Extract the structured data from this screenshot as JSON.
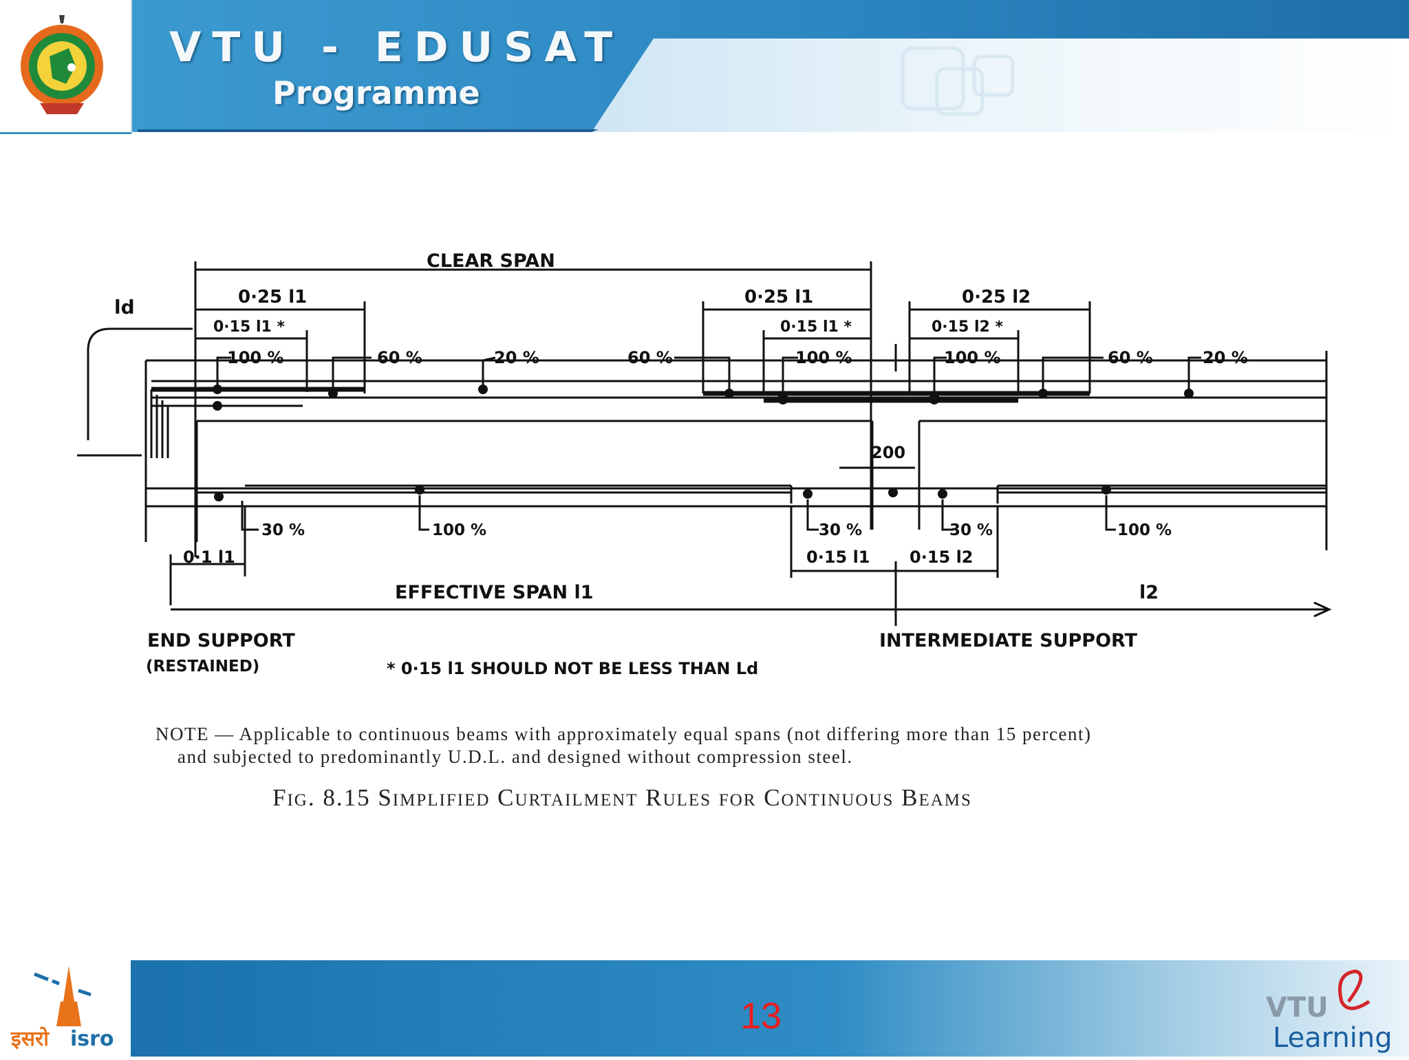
{
  "header": {
    "title": "VTU - EDUSAT",
    "subtitle": "Programme"
  },
  "diagram": {
    "top_labels": {
      "clear_span": "CLEAR SPAN",
      "ld": "ld",
      "dim_025_l1_left": "0·25 l1",
      "dim_015_l1_left": "0·15 l1 *",
      "dim_025_l1_right": "0·25 l1",
      "dim_015_l1_right": "0·15 l1 *",
      "dim_025_l2": "0·25 l2",
      "dim_015_l2": "0·15 l2 *"
    },
    "bar_labels": {
      "pct_100_a": "100 %",
      "pct_60_a": "60 %",
      "pct_20_a": "20 %",
      "pct_60_b": "60 %",
      "pct_100_b": "100 %",
      "pct_100_c": "100 %",
      "pct_60_c": "60 %",
      "pct_20_b": "20 %",
      "size_200": "200"
    },
    "bottom_labels": {
      "pct_30_a": "30 %",
      "pct_100_d": "100 %",
      "pct_30_b": "30 %",
      "pct_30_c": "30 %",
      "pct_100_e": "100 %",
      "dim_01_l1": "0·1 l1",
      "dim_015_l1_b": "0·15 l1",
      "dim_015_l2_b": "0·15 l2",
      "effective_span": "EFFECTIVE SPAN l1",
      "l2": "l2",
      "end_support": "END SUPPORT",
      "restained": "(RESTAINED)",
      "intermediate_support": "INTERMEDIATE SUPPORT",
      "footnote": "* 0·15 l1 SHOULD NOT BE LESS THAN Ld"
    }
  },
  "note": {
    "line1": "NOTE — Applicable to continuous beams with approximately equal spans (not differing more than 15 percent)",
    "line2": "and subjected to predominantly U.D.L. and designed without compression steel."
  },
  "figure_caption": "Fig. 8.15 Simplified Curtailment Rules for Continuous Beams",
  "footer": {
    "page_number": "13",
    "isro_hindi": "इसरो",
    "isro_text": "isro",
    "brand_vtu": "VTU",
    "brand_learning": "Learning"
  },
  "colors": {
    "header_blue": "#2f8cc4",
    "footer_blue": "#1f7fb8",
    "page_number": "#ee1c1c",
    "isro_orange": "#e8731a",
    "learning_blue": "#1a5fa0",
    "learning_red": "#d4252a"
  }
}
